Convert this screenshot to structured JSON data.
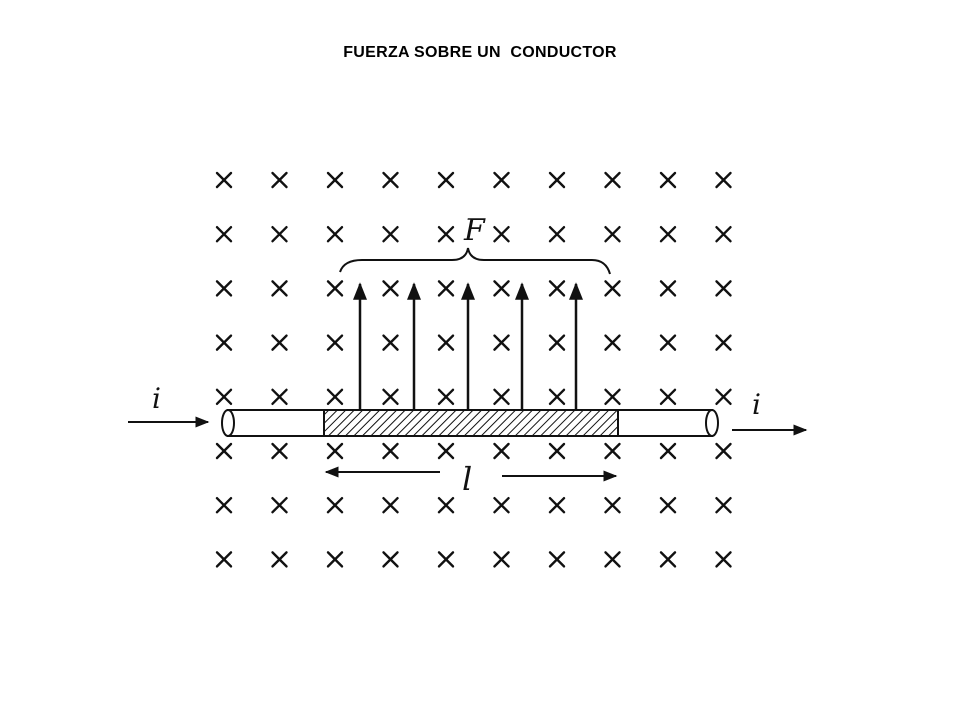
{
  "title": "FUERZA SOBRE UN  CONDUCTOR",
  "diagram": {
    "field": "crosses-into-page",
    "field_rows": 8,
    "field_cols": 10,
    "force_arrow_count": 5,
    "labels": {
      "force": "F",
      "current_in": "i",
      "current_out": "i",
      "length": "l"
    },
    "colors": {
      "ink": "#111111",
      "background": "#ffffff"
    }
  }
}
